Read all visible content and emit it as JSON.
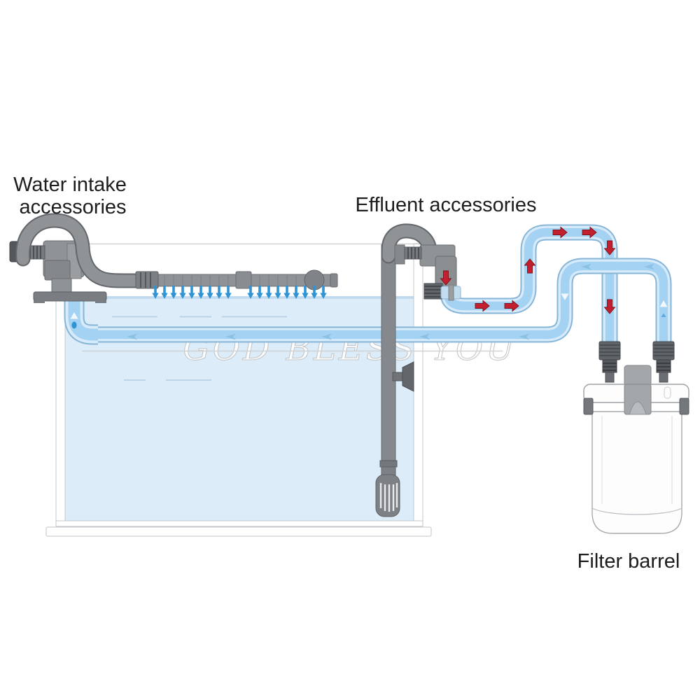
{
  "page": {
    "background": "#ffffff",
    "type": "aquarium-canister-filter-installation-diagram"
  },
  "labels": {
    "water_intake_line1": "Water intake",
    "water_intake_line2": "accessories",
    "effluent": "Effluent accessories",
    "filter_barrel": "Filter barrel"
  },
  "watermark": {
    "text": "GOD BLESS YOU"
  },
  "colors": {
    "pipe_blue_core": "#a4d2f2",
    "pipe_blue_edge": "#86b5d8",
    "pipe_blue_light": "#d7ebfa",
    "water_fill": "#dcecf9",
    "water_surface": "#c2daee",
    "gray_part": "#8f9396",
    "gray_dark": "#55585c",
    "red_flow_arrow": "#c2202e",
    "spray_arrow": "#2f93d4",
    "small_pipe_arrow": "#8cc1e6"
  },
  "icons": {
    "spray-arrow-down-icon": "blue downward water spray arrow",
    "flow-arrow-red-icon": "dark red block arrow showing flow to filter",
    "flow-arrow-left-small-icon": "light blue small arrow showing return flow",
    "flow-arrow-white-icon": "white in-pipe flow arrow",
    "water-drop-icon": "blue water drop"
  }
}
